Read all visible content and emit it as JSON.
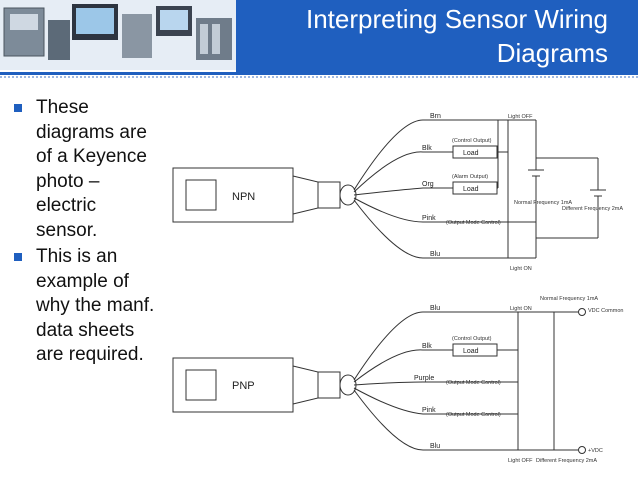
{
  "title": "Interpreting Sensor Wiring Diagrams",
  "bullets": [
    "These diagrams are of a Keyence photo – electric sensor.",
    "This is an example of why the manf. data sheets are required."
  ],
  "colors": {
    "accent": "#1f5fbf",
    "line": "#333333"
  },
  "npn": {
    "label": "NPN",
    "wires": [
      "Brn",
      "Blk",
      "Org",
      "Pink",
      "Blu"
    ],
    "loads": [
      "Load",
      "Load"
    ],
    "notes": {
      "light_off": "Light OFF",
      "control_output": "(Control Output)",
      "alarm_output": "(Alarm Output)",
      "output_mode_control": "(Output Mode Control)",
      "light_on": "Light ON",
      "normal_frequency": "Normal Frequency 1mA",
      "different_frequency": "Different Frequency 2mA"
    }
  },
  "pnp": {
    "label": "PNP",
    "wires": [
      "Blu",
      "Blk",
      "Purple",
      "Pink",
      "Blu"
    ],
    "loads": [
      "Load"
    ],
    "notes": {
      "light_on": "Light ON",
      "normal_frequency": "Normal Frequency 1mA",
      "vdc_common": "VDC Common",
      "control_output": "(Control Output)",
      "output_mode_control_1": "(Output Mode Control)",
      "output_mode_control_2": "(Output Mode Control)",
      "light_off": "Light OFF",
      "different_frequency": "Different Frequency 2mA",
      "vdc": "+VDC"
    }
  }
}
